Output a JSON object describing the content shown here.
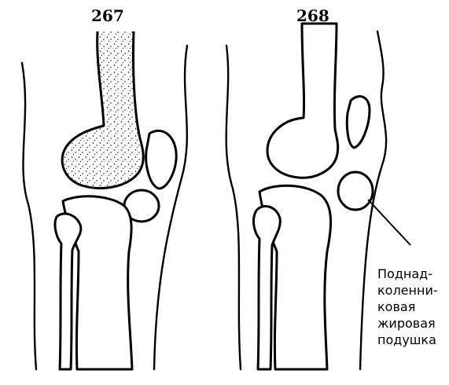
{
  "figures": [
    {
      "number": "267"
    },
    {
      "number": "268"
    }
  ],
  "callout": {
    "lines": [
      "Поднад-",
      "коленни-",
      "ковая",
      "жировая",
      "подушка"
    ]
  },
  "colors": {
    "ink": "#000000",
    "paper": "#ffffff"
  }
}
